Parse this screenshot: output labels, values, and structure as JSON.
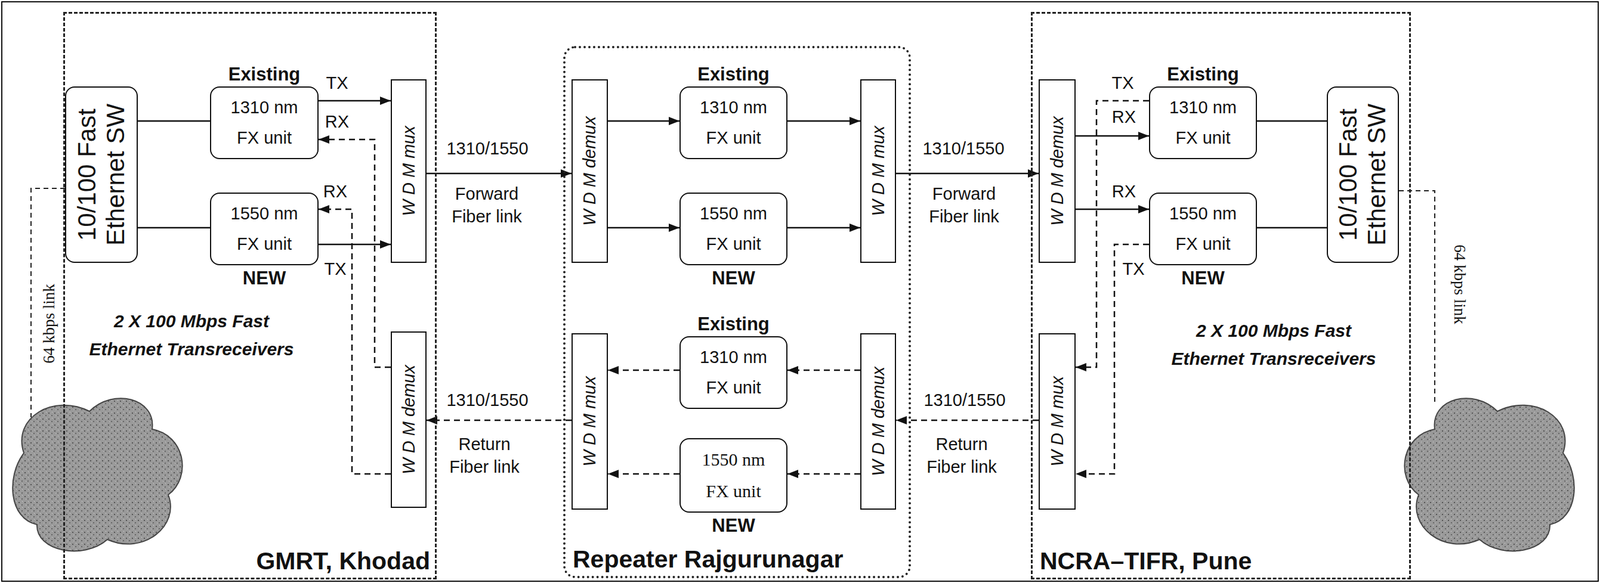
{
  "diagram": {
    "nodes": [
      {
        "text": [
          "GMRT, Khodad"
        ]
      },
      {
        "text": [
          "10/100 Fast Ethernet SW"
        ],
        "in": 0
      },
      {
        "text": [
          "Existing",
          "1310 nm FX unit"
        ],
        "in": 0
      },
      {
        "text": [
          "1550 nm FX unit",
          "NEW"
        ],
        "in": 0
      },
      {
        "text": [
          "W D M mux"
        ],
        "in": 0
      },
      {
        "text": [
          "W D M demux"
        ],
        "in": 0
      },
      {
        "text": [
          "W D M demux"
        ],
        "in": 7
      },
      {
        "text": [
          "Repeater Rajgurunagar"
        ]
      },
      {
        "text": [
          "W D M demux"
        ],
        "in": 7
      },
      {
        "text": [
          "Existing",
          "1310 nm FX unit"
        ],
        "in": 7
      },
      {
        "text": [
          "1550 nm FX unit",
          "NEW"
        ],
        "in": 7
      },
      {
        "text": [
          "W D M mux"
        ],
        "in": 7
      },
      {
        "text": [
          "W D M mux"
        ],
        "in": 7
      },
      {
        "text": [
          "Existing",
          "1310 nm FX unit"
        ],
        "in": 7
      },
      {
        "text": [
          "1550 nm FX unit",
          "NEW"
        ],
        "in": 7
      },
      {
        "text": [
          "W D M demux"
        ],
        "in": 7
      },
      {
        "text": [
          "NCRA–TIFR, Pune"
        ]
      },
      {
        "text": [
          "W D M demux"
        ],
        "in": 16
      },
      {
        "text": [
          "Existing",
          "1310 nm FX unit"
        ],
        "in": 16
      },
      {
        "text": [
          "1550 nm FX unit",
          "NEW"
        ],
        "in": 16
      },
      {
        "text": [
          "10/100 Fast Ethernet SW"
        ],
        "in": 16
      },
      {
        "text": [
          "W D M mux"
        ],
        "in": 16
      }
    ],
    "edges": [
      {
        "from": 1,
        "to": 2,
        "arrow": "none"
      },
      {
        "from": 1,
        "to": 3,
        "arrow": "none"
      },
      {
        "from": 2,
        "to": 4,
        "arrow": "to",
        "label": "TX"
      },
      {
        "from": 5,
        "to": 2,
        "arrow": "to",
        "label": "RX"
      },
      {
        "from": 3,
        "to": 4,
        "arrow": "to",
        "label": "TX"
      },
      {
        "from": 5,
        "to": 3,
        "arrow": "to",
        "label": "RX"
      },
      {
        "from": 4,
        "to": 8,
        "arrow": "to",
        "label": "1310/1550"
      },
      {
        "from": 8,
        "to": 9,
        "arrow": "to"
      },
      {
        "from": 8,
        "to": 10,
        "arrow": "to"
      },
      {
        "from": 9,
        "to": 11,
        "arrow": "to"
      },
      {
        "from": 10,
        "to": 11,
        "arrow": "to"
      },
      {
        "from": 11,
        "to": 17,
        "arrow": "to",
        "label": "1310/1550"
      },
      {
        "from": 17,
        "to": 18,
        "arrow": "to",
        "label": "RX"
      },
      {
        "from": 17,
        "to": 19,
        "arrow": "to",
        "label": "RX"
      },
      {
        "from": 18,
        "to": 21,
        "arrow": "to",
        "label": "TX"
      },
      {
        "from": 19,
        "to": 21,
        "arrow": "to",
        "label": "TX"
      },
      {
        "from": 21,
        "to": 15,
        "arrow": "to",
        "label": "1310/1550"
      },
      {
        "from": 15,
        "to": 13,
        "arrow": "to"
      },
      {
        "from": 15,
        "to": 14,
        "arrow": "to"
      },
      {
        "from": 13,
        "to": 12,
        "arrow": "to"
      },
      {
        "from": 14,
        "to": 12,
        "arrow": "to"
      },
      {
        "from": 12,
        "to": 5,
        "arrow": "to",
        "label": "1310/1550"
      },
      {
        "from": 18,
        "to": 20,
        "arrow": "none"
      },
      {
        "from": 19,
        "to": 20,
        "arrow": "none"
      }
    ],
    "labels": [
      "2 X 100 Mbps Fast Ethernet Transreceivers",
      "Forward Fiber link",
      "Return Fiber link",
      "64 kbps link",
      "Forward Fiber link",
      "Return Fiber link",
      "2 X 100 Mbps Fast Ethernet Transreceivers",
      "64 kbps link"
    ]
  }
}
